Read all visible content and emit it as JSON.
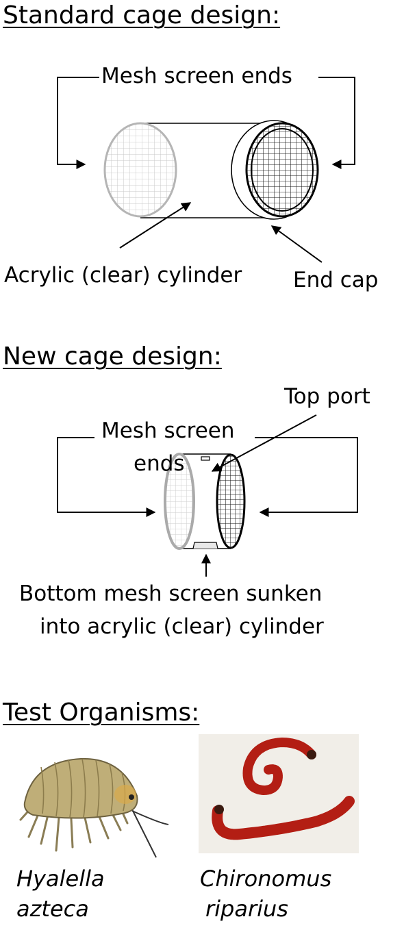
{
  "standard": {
    "heading": "Standard cage design:",
    "mesh_label": "Mesh screen ends",
    "cylinder_label": "Acrylic (clear) cylinder",
    "endcap_label": "End cap"
  },
  "new_design": {
    "heading": "New cage design:",
    "top_port_label": "Top port",
    "mesh_label_line1": "Mesh screen",
    "mesh_label_line2": "ends",
    "bottom_label_line1": "Bottom mesh screen sunken",
    "bottom_label_line2": "into acrylic (clear) cylinder"
  },
  "organisms": {
    "heading": "Test Organisms:",
    "species": [
      {
        "line1": "Hyalella",
        "line2": "azteca",
        "illustration": "amphipod"
      },
      {
        "line1": "Chironomus",
        "line2": "riparius",
        "illustration": "red-larvae"
      }
    ]
  },
  "colors": {
    "ink": "#000000",
    "mesh_light": "#c8c8c8",
    "mesh_dark": "#1a1a1a",
    "larva_red": "#b31e14",
    "amphipod_body": "#bfae78",
    "photo_bg": "#f1eee8"
  }
}
